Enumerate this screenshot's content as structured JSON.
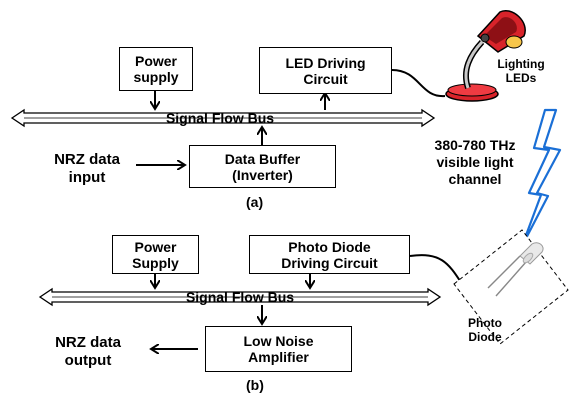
{
  "panel_a": {
    "power_supply": "Power\nsupply",
    "led_driving": "LED Driving\nCircuit",
    "bus_label": "Signal Flow Bus",
    "input_label": "NRZ data\ninput",
    "data_buffer": "Data Buffer\n(Inverter)",
    "caption": "(a)",
    "lamp_label": "Lighting\nLEDs",
    "channel_label": "380-780 THz\nvisible light\nchannel"
  },
  "panel_b": {
    "power_supply": "Power\nSupply",
    "pd_driving": "Photo Diode\nDriving Circuit",
    "bus_label": "Signal Flow Bus",
    "output_label": "NRZ data\noutput",
    "lna": "Low Noise\nAmplifier",
    "caption": "(b)",
    "photodiode_label": "Photo\nDiode"
  },
  "colors": {
    "lightning": "#1a6fd6",
    "lamp": "#d8232a",
    "lamp_dark": "#8e1015",
    "light_glow": "#f7c64a"
  }
}
